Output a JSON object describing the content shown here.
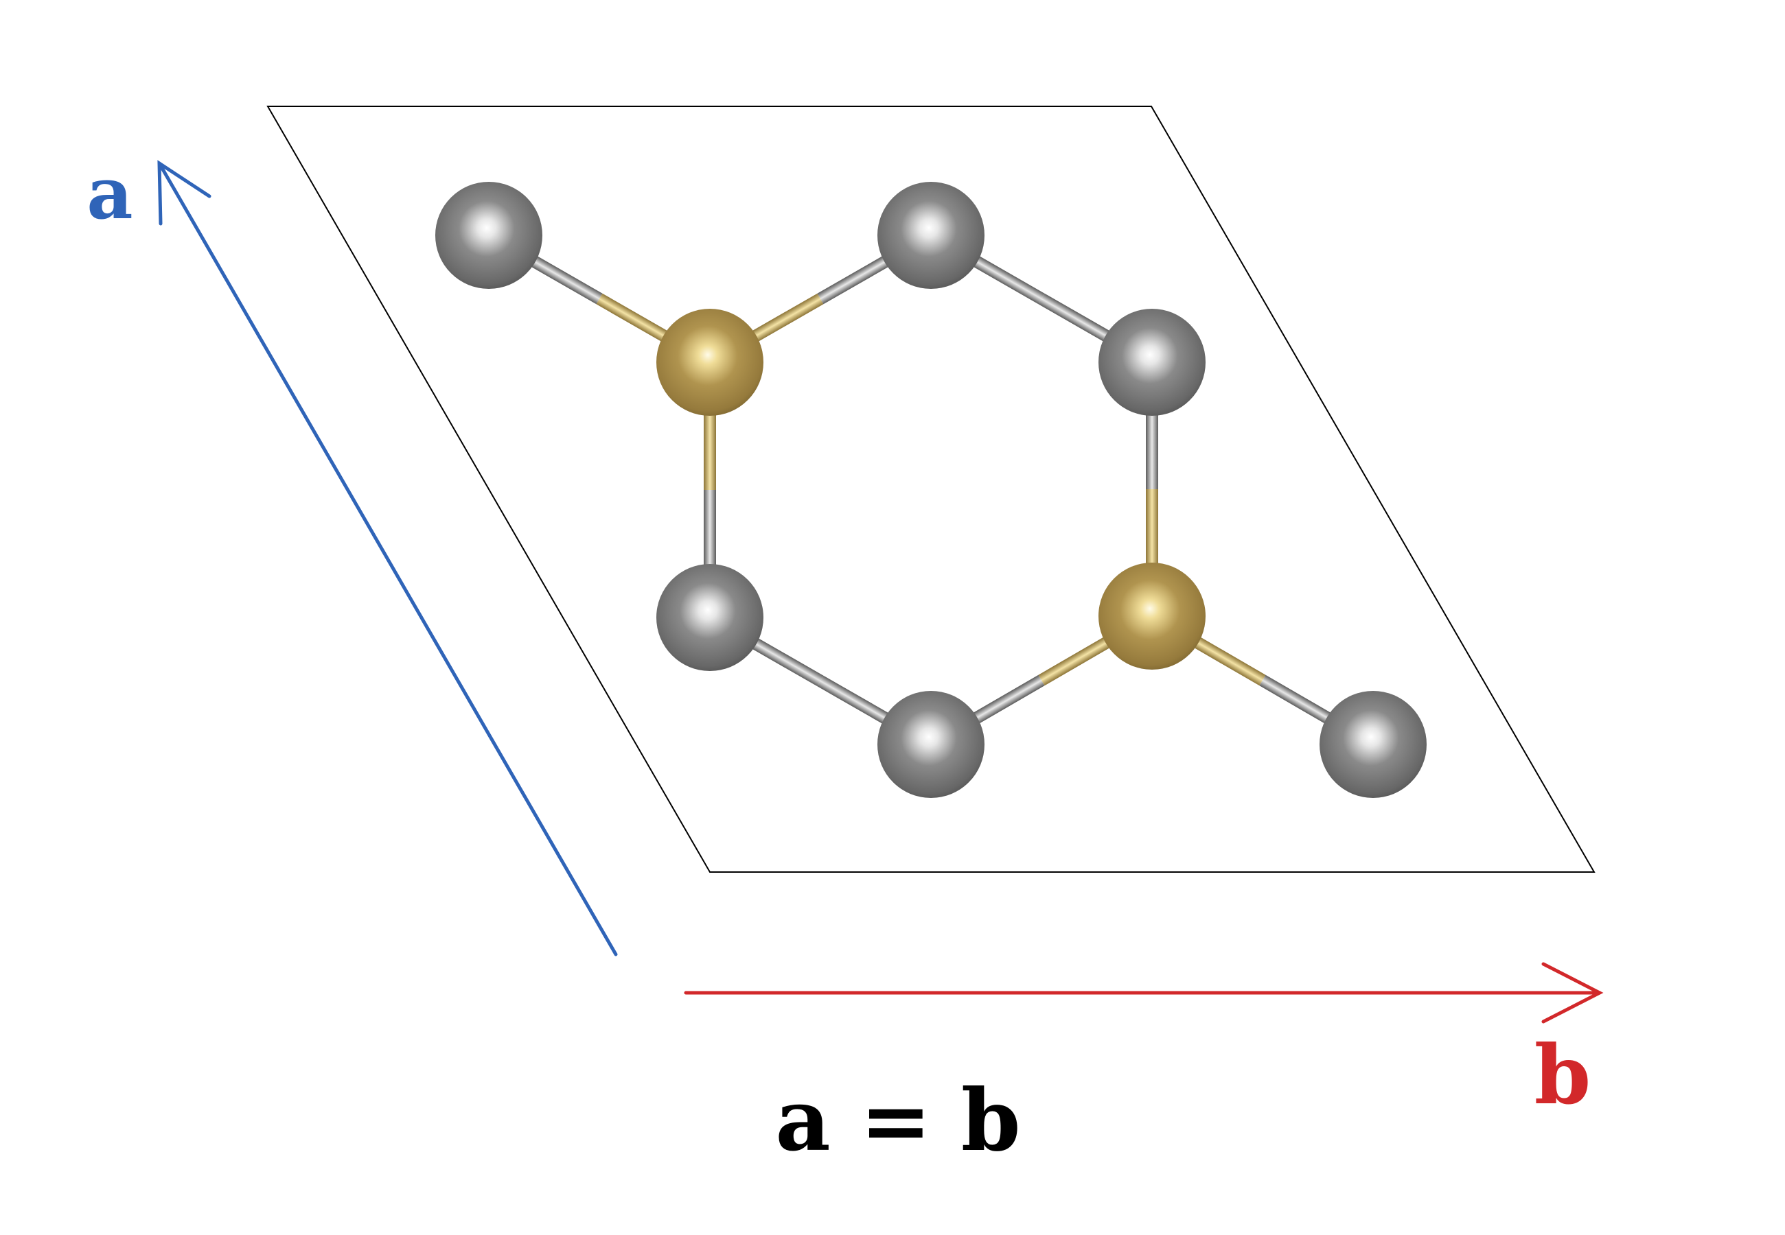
{
  "labels": {
    "a_axis": "a",
    "b_axis": "b",
    "equation": "a = b"
  },
  "colors": {
    "a_axis": "#2f64b8",
    "b_axis": "#d2282a",
    "cell_outline": "#000000",
    "atom_gray": "#6e6e6e",
    "atom_gold": "#a88d4a",
    "text": "#000000"
  },
  "structure": {
    "atoms": [
      {
        "element": "gray"
      },
      {
        "element": "gray"
      },
      {
        "element": "gold"
      },
      {
        "element": "gray"
      },
      {
        "element": "gray"
      },
      {
        "element": "gold"
      },
      {
        "element": "gray"
      },
      {
        "element": "gray"
      }
    ],
    "bonds": [
      [
        0,
        2
      ],
      [
        2,
        1
      ],
      [
        1,
        3
      ],
      [
        2,
        4
      ],
      [
        3,
        5
      ],
      [
        4,
        6
      ],
      [
        6,
        5
      ],
      [
        5,
        7
      ]
    ]
  }
}
